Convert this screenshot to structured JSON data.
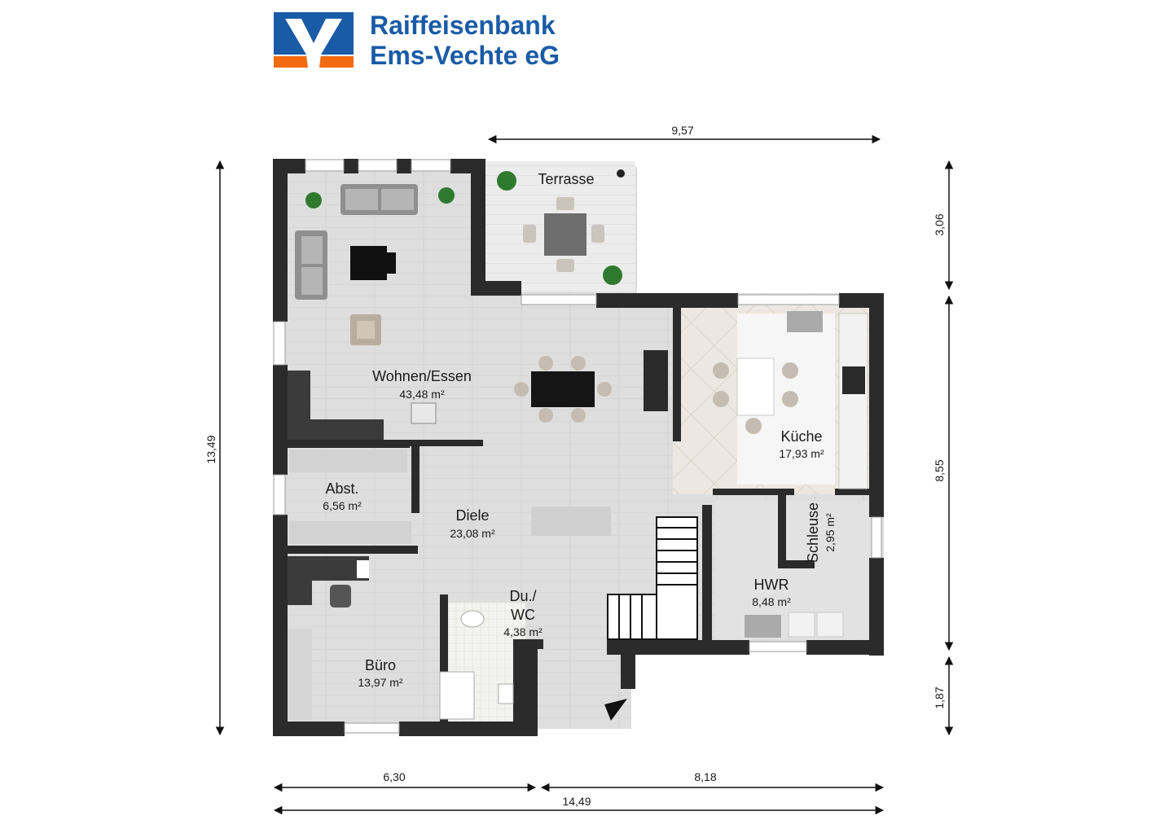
{
  "brand": {
    "line1": "Raiffeisenbank",
    "line2": "Ems-Vechte eG",
    "colors": {
      "blue": "#1a5ba6",
      "orange": "#f26a10"
    }
  },
  "rooms": [
    {
      "id": "wohnen",
      "label": "Wohnen/Essen",
      "area": "43,48 m²"
    },
    {
      "id": "terrasse",
      "label": "Terrasse",
      "area": ""
    },
    {
      "id": "kueche",
      "label": "Küche",
      "area": "17,93 m²"
    },
    {
      "id": "abst",
      "label": "Abst.",
      "area": "6,56 m²"
    },
    {
      "id": "diele",
      "label": "Diele",
      "area": "23,08 m²"
    },
    {
      "id": "schleuse",
      "label": "Schleuse",
      "area": "2,95 m²"
    },
    {
      "id": "hwr",
      "label": "HWR",
      "area": "8,48 m²"
    },
    {
      "id": "duwc",
      "label": "Du./",
      "label2": "WC",
      "area": "4,38 m²"
    },
    {
      "id": "buero",
      "label": "Büro",
      "area": "13,97 m²"
    }
  ],
  "dimensions": {
    "top": "9,57",
    "left": "13,49",
    "right_top": "3,06",
    "right_middle": "8,55",
    "right_bottom": "1,87",
    "bottom_left": "6,30",
    "bottom_right": "8,18",
    "bottom_total": "14,49"
  },
  "colors": {
    "wall": "#2b2b2b",
    "floor": "#dcdcdc",
    "tile": "#ebe7e0",
    "furniture": "#9a9a9a",
    "dim_line": "#111111"
  }
}
